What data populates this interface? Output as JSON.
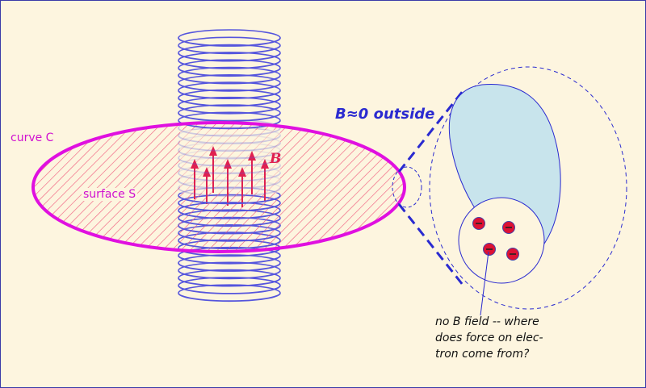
{
  "labels": {
    "curve": "curve C",
    "surface": "surface S",
    "b_field": "B",
    "outside": "B≈0 outside",
    "note_lines": [
      "no B field -- where",
      "does force on elec-",
      "tron come from?"
    ]
  },
  "colors": {
    "background": "#fdf5df",
    "coil": "#5555dd",
    "loop": "#e010e0",
    "hatch": "#f06080",
    "arrow": "#e02050",
    "zoom": "#2a2ad0",
    "blob": "#c8e4ec",
    "electron": "#dd1133"
  },
  "icons": {
    "electron": "electron-minus-icon",
    "field_arrow": "arrow-up-icon"
  }
}
